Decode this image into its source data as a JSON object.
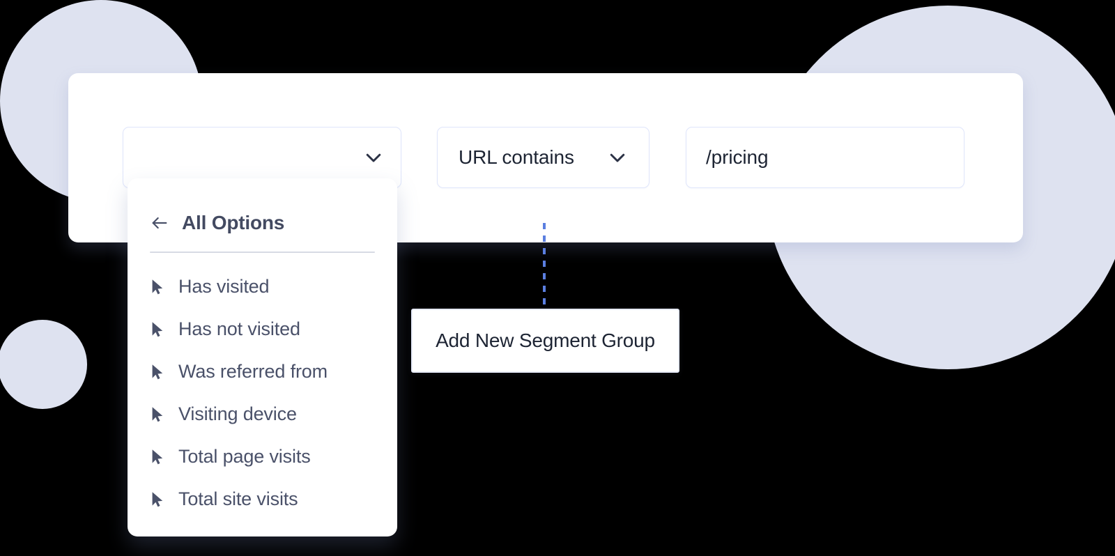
{
  "background": {
    "accent_color": "#dee2f0",
    "page_color": "#000000",
    "shapes": [
      {
        "name": "circle-top-left"
      },
      {
        "name": "circle-right"
      },
      {
        "name": "circle-bottom-left"
      }
    ]
  },
  "filter_card": {
    "condition_select": {
      "value": "",
      "placeholder": "",
      "chevron": "chevron-down-icon"
    },
    "operator_select": {
      "value": "URL contains",
      "chevron": "chevron-down-icon"
    },
    "value_input": {
      "value": "/pricing",
      "placeholder": "/pricing"
    }
  },
  "options_panel": {
    "back_icon": "arrow-left-icon",
    "header_label": "All Options",
    "item_icon": "cursor-arrow-icon",
    "items": [
      {
        "label": "Has visited"
      },
      {
        "label": "Has not visited"
      },
      {
        "label": "Was referred from"
      },
      {
        "label": "Visiting device"
      },
      {
        "label": "Total page visits"
      },
      {
        "label": "Total site visits"
      }
    ]
  },
  "connector": {
    "style": "dashed-vertical",
    "color": "#5b7fe0"
  },
  "add_segment_button": {
    "label": "Add New Segment Group"
  }
}
